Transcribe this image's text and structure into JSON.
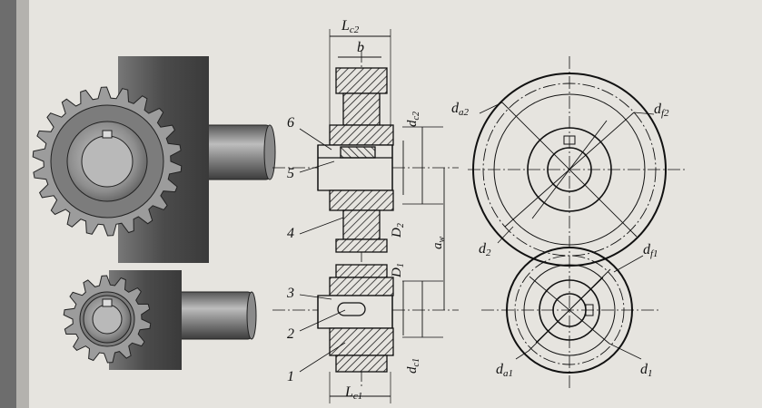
{
  "section": {
    "dim_Lc2": "L",
    "dim_Lc2_sub": "c2",
    "dim_b": "b",
    "dim_Lc1": "L",
    "dim_Lc1_sub": "c1",
    "dim_dc2": "d",
    "dim_dc2_sub": "c2",
    "dim_dc1": "d",
    "dim_dc1_sub": "c1",
    "dim_D2": "D",
    "dim_D2_sub": "2",
    "dim_D1": "D",
    "dim_D1_sub": "1",
    "dim_aw": "a",
    "dim_aw_sub": "w",
    "callouts": [
      "1",
      "2",
      "3",
      "4",
      "5",
      "6"
    ]
  },
  "end_view": {
    "da2": "d",
    "da2_sub": "a2",
    "df2": "d",
    "df2_sub": "f2",
    "d2": "d",
    "d2_sub": "2",
    "df1": "d",
    "df1_sub": "f1",
    "da1": "d",
    "da1_sub": "a1",
    "d1": "d",
    "d1_sub": "1"
  },
  "colors": {
    "paper": "#e6e4df",
    "ink": "#111111",
    "gear_dark": "#4a4a4a",
    "gear_light": "#9c9c9c"
  }
}
